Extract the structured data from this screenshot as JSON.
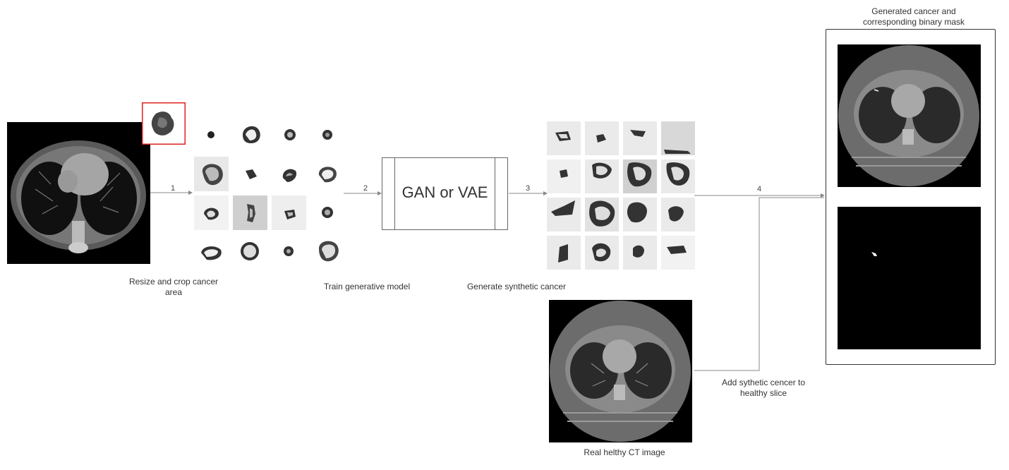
{
  "steps": {
    "s1": "1",
    "s2": "2",
    "s3": "3",
    "s4": "4"
  },
  "captions": {
    "resize": "Resize and crop cancer area",
    "train": "Train generative model",
    "generate": "Generate synthetic cancer",
    "add": "Add sythetic cencer to healthy slice",
    "real": "Real helthy CT image",
    "output": "Generated cancer and corresponding binary mask"
  },
  "model": {
    "label": "GAN or VAE"
  },
  "colors": {
    "highlight": "#e02020",
    "line": "#888888",
    "frame": "#333333"
  }
}
